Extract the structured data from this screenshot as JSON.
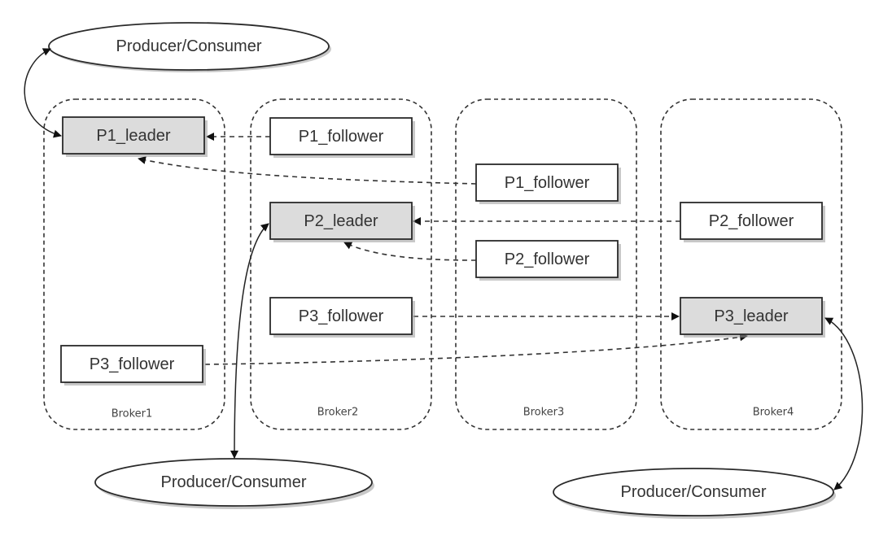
{
  "brokers": [
    {
      "id": "b1",
      "label": "Broker1"
    },
    {
      "id": "b2",
      "label": "Broker2"
    },
    {
      "id": "b3",
      "label": "Broker3"
    },
    {
      "id": "b4",
      "label": "Broker4"
    }
  ],
  "partitions": [
    {
      "id": "p1l",
      "label": "P1_leader",
      "role": "leader",
      "broker": "Broker1"
    },
    {
      "id": "p3f1",
      "label": "P3_follower",
      "role": "follower",
      "broker": "Broker1"
    },
    {
      "id": "p1f2",
      "label": "P1_follower",
      "role": "follower",
      "broker": "Broker2"
    },
    {
      "id": "p2l",
      "label": "P2_leader",
      "role": "leader",
      "broker": "Broker2"
    },
    {
      "id": "p3f2",
      "label": "P3_follower",
      "role": "follower",
      "broker": "Broker2"
    },
    {
      "id": "p1f3",
      "label": "P1_follower",
      "role": "follower",
      "broker": "Broker3"
    },
    {
      "id": "p2f3",
      "label": "P2_follower",
      "role": "follower",
      "broker": "Broker3"
    },
    {
      "id": "p2f4",
      "label": "P2_follower",
      "role": "follower",
      "broker": "Broker4"
    },
    {
      "id": "p3l",
      "label": "P3_leader",
      "role": "leader",
      "broker": "Broker4"
    }
  ],
  "clients": [
    {
      "id": "c1",
      "label": "Producer/Consumer",
      "connects_to": "P1_leader"
    },
    {
      "id": "c2",
      "label": "Producer/Consumer",
      "connects_to": "P2_leader"
    },
    {
      "id": "c3",
      "label": "Producer/Consumer",
      "connects_to": "P3_leader"
    }
  ],
  "replication_edges": [
    {
      "from": "P1_follower (Broker2)",
      "to": "P1_leader"
    },
    {
      "from": "P1_follower (Broker3)",
      "to": "P1_leader"
    },
    {
      "from": "P2_follower (Broker4)",
      "to": "P2_leader"
    },
    {
      "from": "P2_follower (Broker3)",
      "to": "P2_leader"
    },
    {
      "from": "P3_follower (Broker2)",
      "to": "P3_leader"
    },
    {
      "from": "P3_follower (Broker1)",
      "to": "P3_leader"
    }
  ],
  "colors": {
    "leader_fill": "#dcdcdc",
    "follower_fill": "#ffffff",
    "stroke": "#2a2a2a"
  }
}
